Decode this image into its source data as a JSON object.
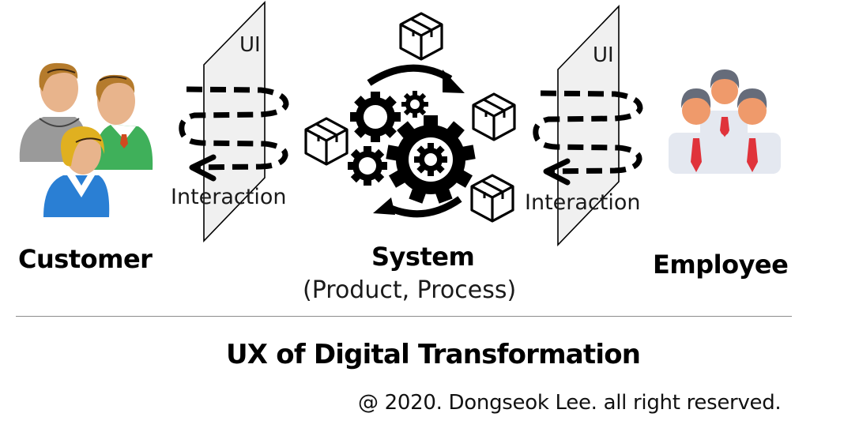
{
  "diagram": {
    "actors": {
      "customer": {
        "label": "Customer",
        "icon": "customer-group-icon"
      },
      "system": {
        "label": "System",
        "sublabel": "(Product, Process)",
        "icon": "gears-cycle-icon"
      },
      "employee": {
        "label": "Employee",
        "icon": "employee-group-icon"
      }
    },
    "interfaces": [
      {
        "ui_label": "UI",
        "interaction_label": "Interaction",
        "side": "left"
      },
      {
        "ui_label": "UI",
        "interaction_label": "Interaction",
        "side": "right"
      }
    ],
    "footer": {
      "title": "UX of Digital Transformation",
      "copyright": "@ 2020. Dongseok Lee. all right reserved."
    },
    "colors": {
      "plane_fill": "#f0f0f0",
      "plane_stroke": "#000000",
      "divider": "#8c8c8c",
      "text": "#000000"
    }
  }
}
